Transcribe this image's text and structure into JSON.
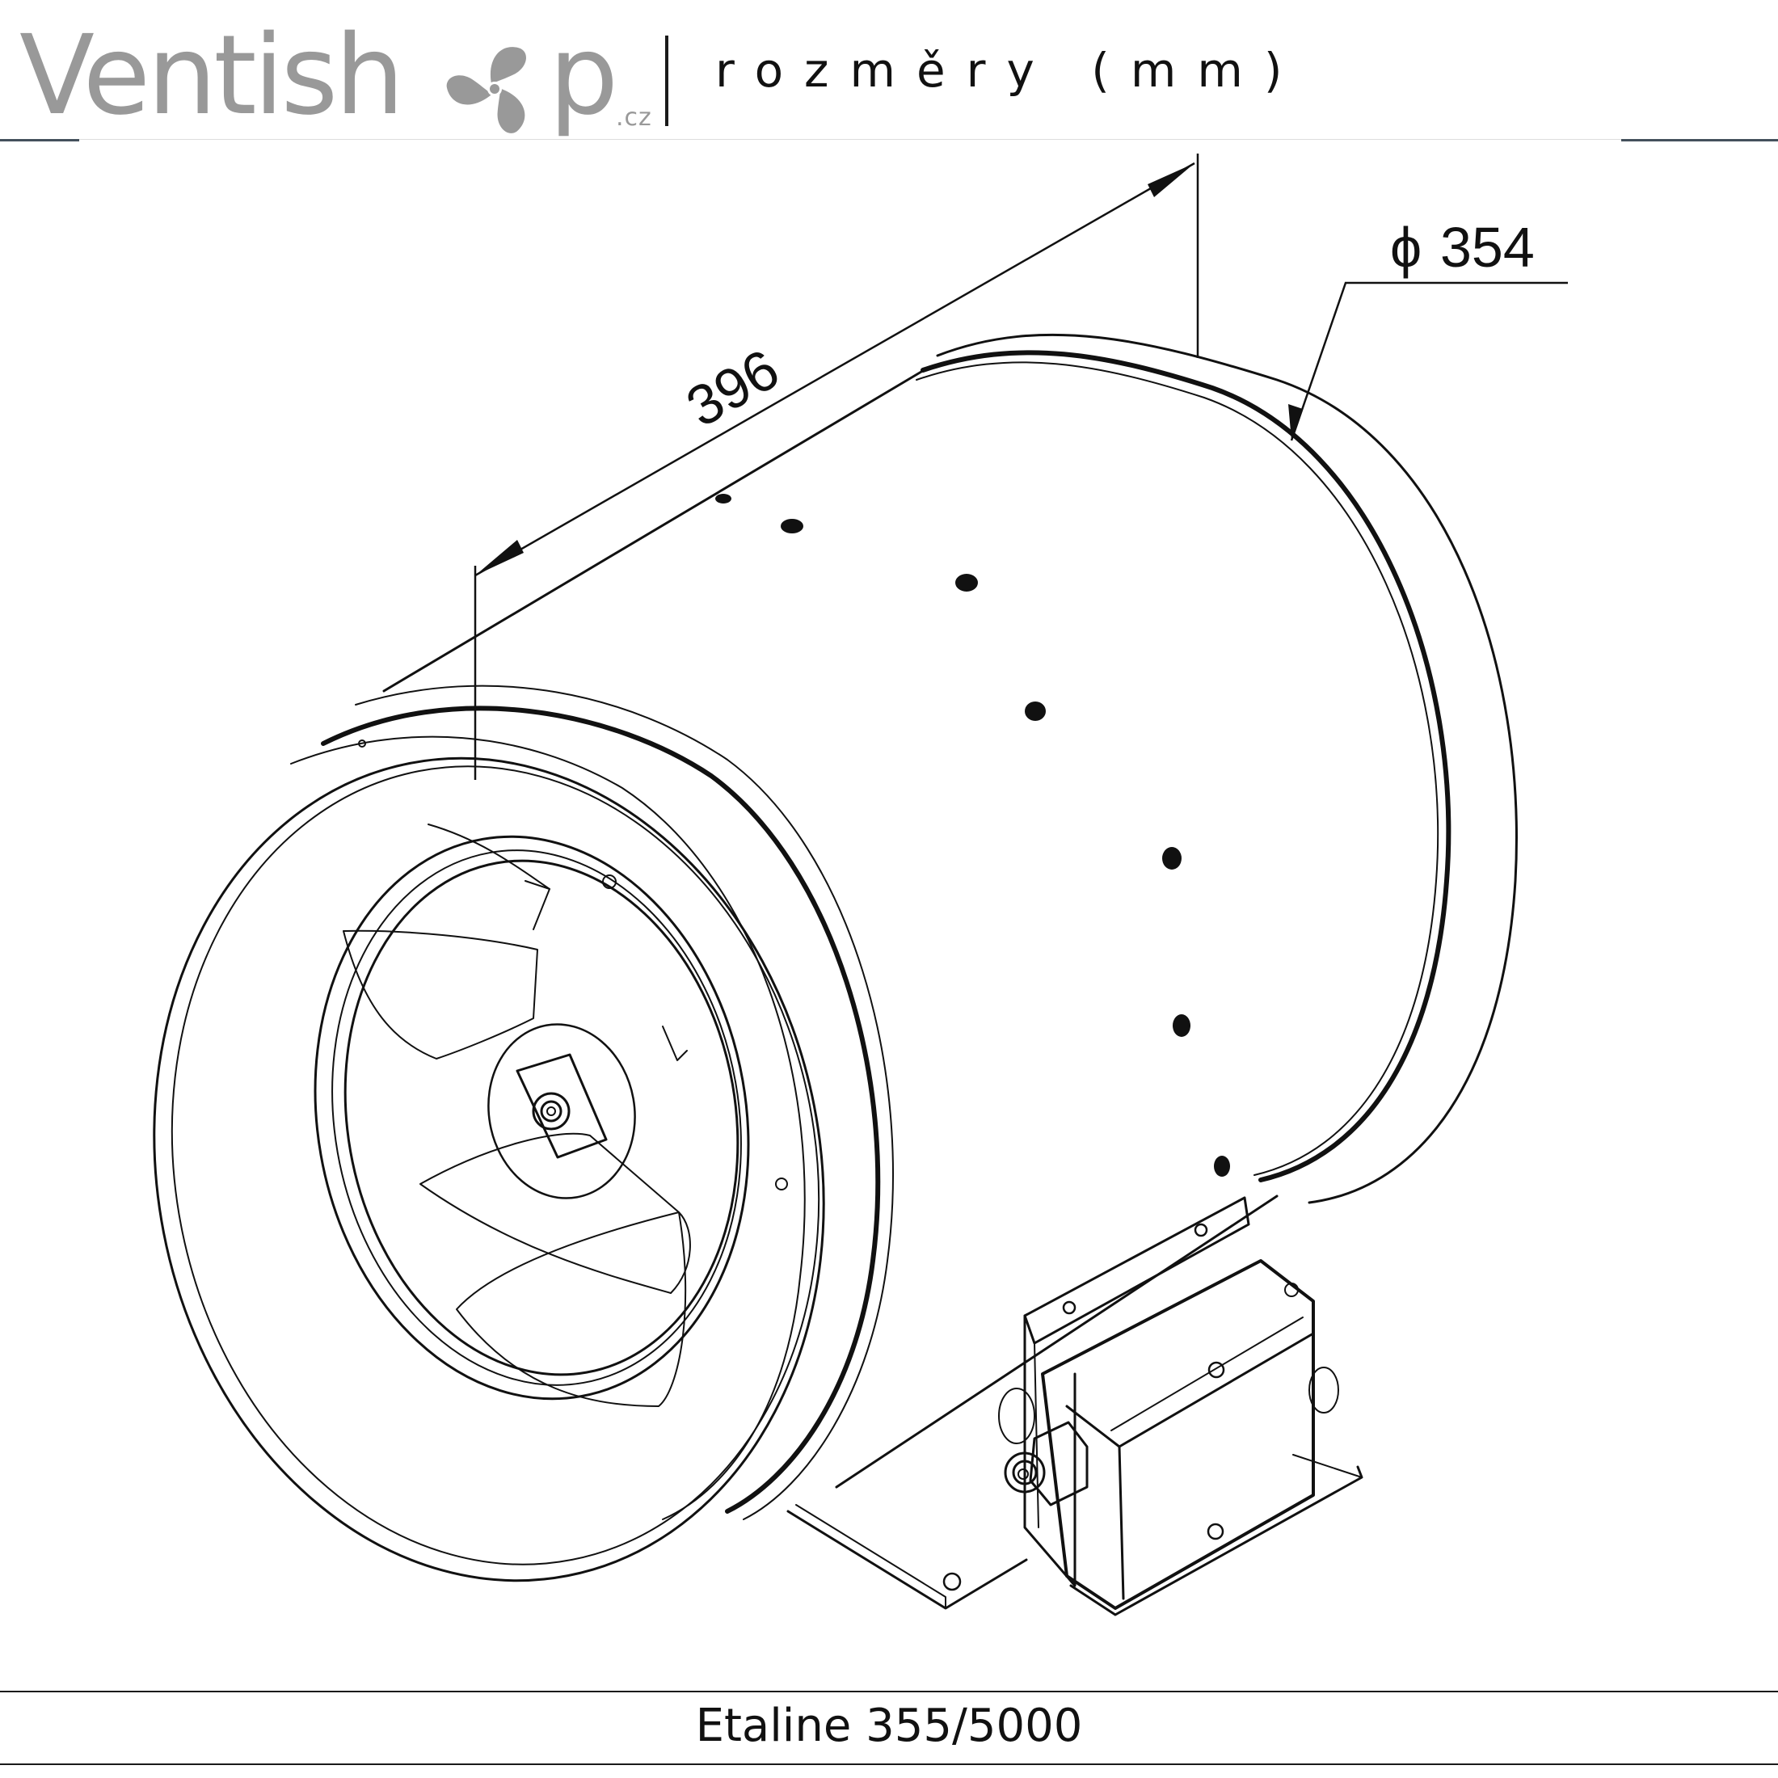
{
  "header": {
    "logo_part1": "Ventish",
    "logo_part2": "p",
    "logo_tld": ".cz",
    "logo_icon": "fan-icon",
    "subtitle": "rozměry (mm)"
  },
  "drawing": {
    "length_label": "396",
    "diameter_label": "354",
    "diameter_symbol": "ϕ"
  },
  "footer": {
    "model": "Etaline 355/5000"
  },
  "colors": {
    "logo_gray": "#999999",
    "line": "#111111",
    "accent_rule": "#44505c"
  }
}
